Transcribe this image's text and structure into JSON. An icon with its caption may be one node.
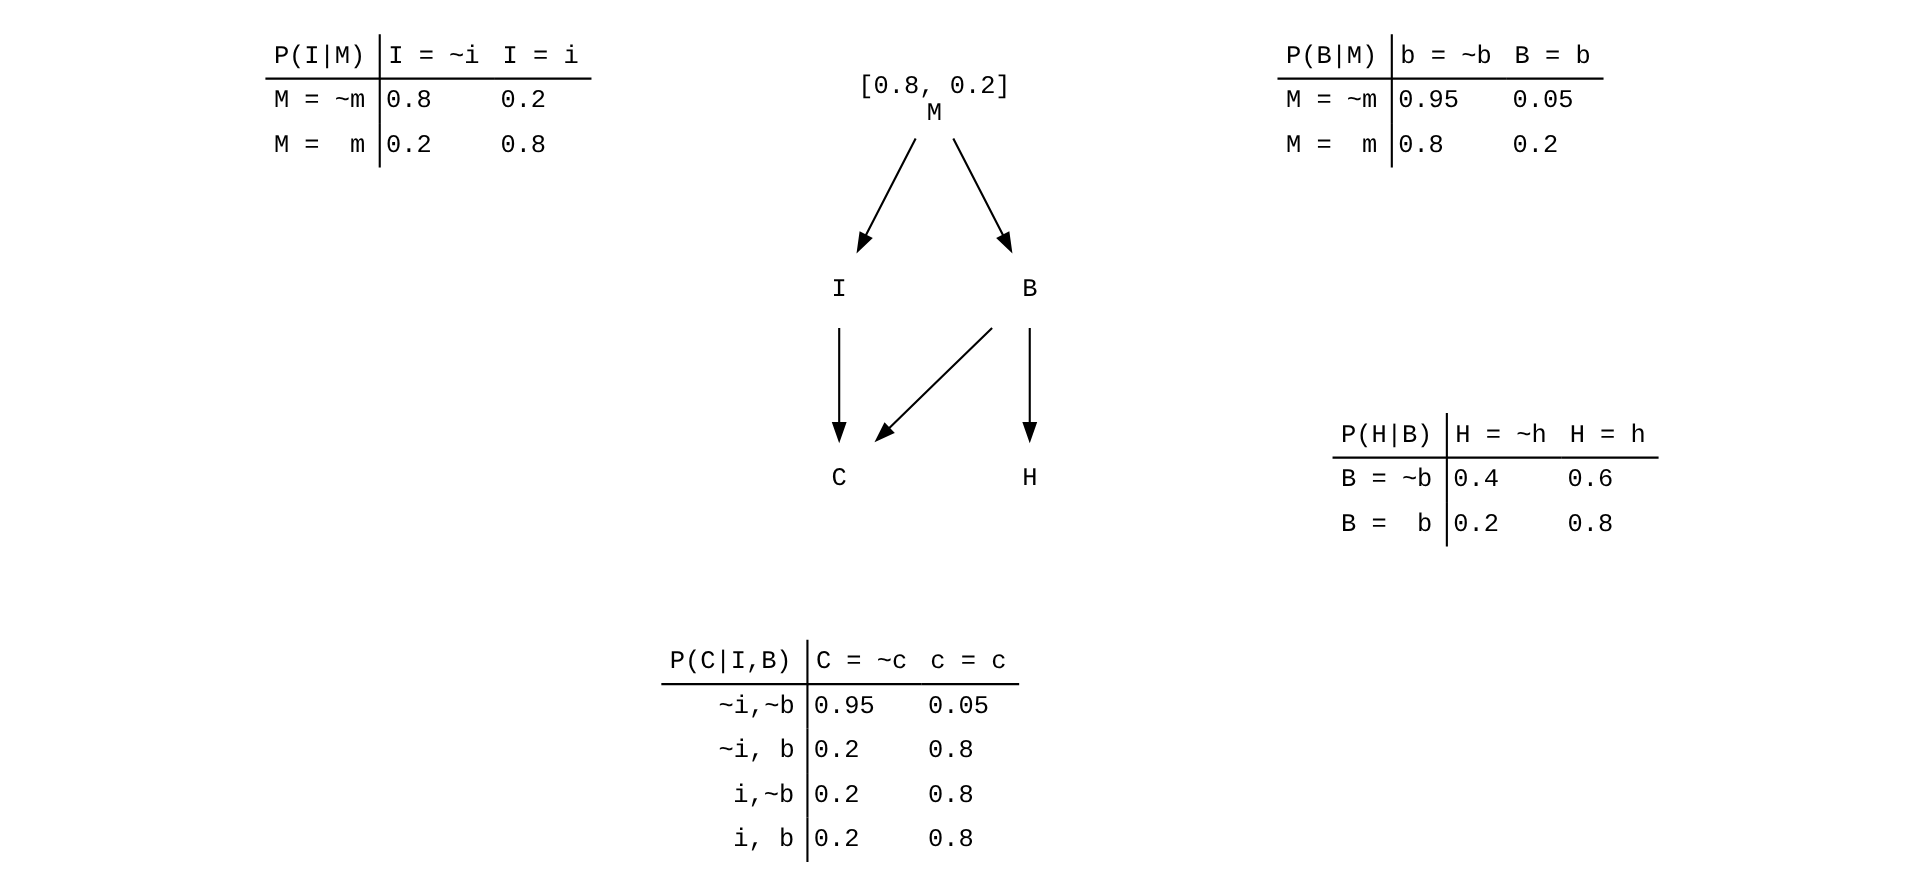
{
  "diagram": {
    "nodes": [
      {
        "text": [
          "M"
        ],
        "beside": [
          "[0.8, 0.2]"
        ]
      },
      {
        "text": [
          "I"
        ]
      },
      {
        "text": [
          "B"
        ]
      },
      {
        "text": [
          "C"
        ]
      },
      {
        "text": [
          "H"
        ]
      }
    ],
    "edges": [
      {
        "from": 0,
        "to": 1,
        "arrow": "to"
      },
      {
        "from": 0,
        "to": 2,
        "arrow": "to"
      },
      {
        "from": 1,
        "to": 3,
        "arrow": "to"
      },
      {
        "from": 2,
        "to": 3,
        "arrow": "to"
      },
      {
        "from": 2,
        "to": 4,
        "arrow": "to"
      }
    ],
    "labels": [
      "P(I|M)",
      "I = ~i",
      "I = i",
      "M = ~m",
      "0.8",
      "0.2",
      "M =  m",
      "0.2",
      "0.8",
      "P(B|M)",
      "b = ~b",
      "B = b",
      "M = ~m",
      "0.95",
      "0.05",
      "M =  m",
      "0.8",
      "0.2",
      "P(H|B)",
      "H = ~h",
      "H = h",
      "B = ~b",
      "0.4",
      "0.6",
      "B =  b",
      "0.2",
      "0.8",
      "P(C|I,B)",
      "C = ~c",
      "c = c",
      "~i,~b",
      "0.95",
      "0.05",
      "~i, b",
      "0.2",
      "0.8",
      "i,~b",
      "0.2",
      "0.8",
      "i, b",
      "0.2",
      "0.8"
    ]
  }
}
